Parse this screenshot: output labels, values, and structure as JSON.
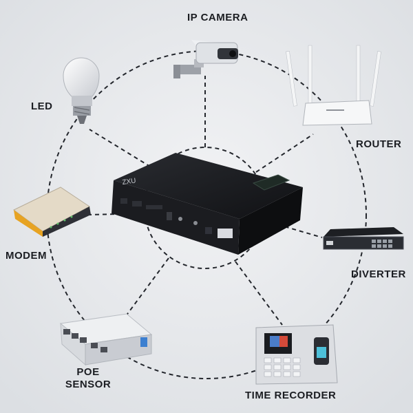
{
  "devices": {
    "ip_camera": "IP CAMERA",
    "led": "LED",
    "router": "ROUTER",
    "modem": "MODEM",
    "diverter": "DIVERTER",
    "poe_sensor_line1": "POE",
    "poe_sensor_line2": "SENSOR",
    "time_recorder": "TIME RECORDER"
  },
  "ups_unit": {
    "front_badge": "ZXU"
  },
  "colors": {
    "background": "#e7e9ec",
    "connector": "#23262c",
    "ups_body": "#17181b",
    "modem_accent": "#e7a322",
    "sensor_port": "#3c7fd0"
  }
}
